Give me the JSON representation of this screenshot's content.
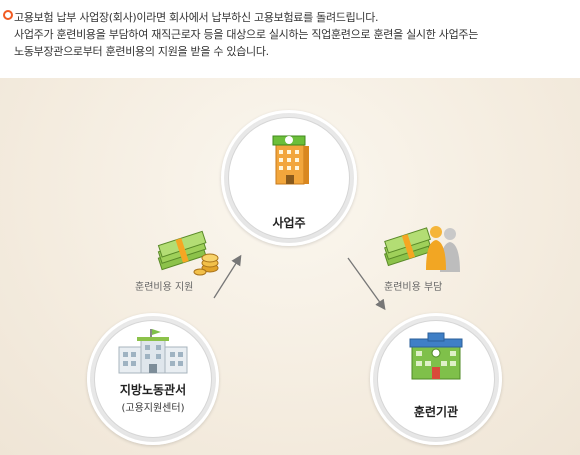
{
  "intro": {
    "line1": "고용보험 납부 사업장(회사)이라면 회사에서 납부하신 고용보험료를 돌려드립니다.",
    "line2": "사업주가 훈련비용을 부담하여 재직근로자 등을 대상으로 실시하는 직업훈련으로  훈련을 실시한 사업주는",
    "line3": "노동부장관으로부터 훈련비용의 지원을 받을 수 있습니다."
  },
  "nodes": {
    "employer": {
      "label": "사업주"
    },
    "labor_office": {
      "label": "지방노동관서",
      "sublabel": "(고용지원센터)"
    },
    "training_institution": {
      "label": "훈련기관"
    }
  },
  "flows": {
    "support": {
      "label": "훈련비용 지원"
    },
    "payment": {
      "label": "훈련비용 부담"
    }
  },
  "colors": {
    "bullet": "#f15a22",
    "arrow": "#777777"
  }
}
